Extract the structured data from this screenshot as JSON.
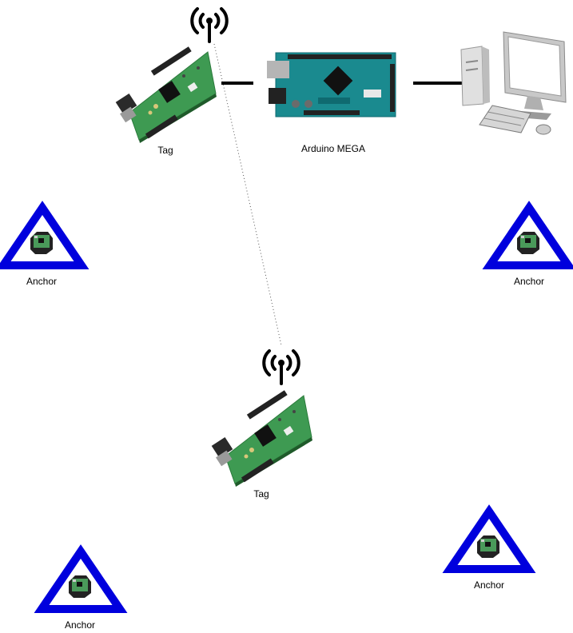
{
  "labels": {
    "tag_top": "Tag",
    "tag_bottom": "Tag",
    "arduino": "Arduino MEGA",
    "anchor_left_mid": "Anchor",
    "anchor_right_mid": "Anchor",
    "anchor_left_bottom": "Anchor",
    "anchor_right_bottom": "Anchor"
  },
  "colors": {
    "anchor_triangle": "#0000dd",
    "board_pcb": "#3e9a52",
    "arduino_pcb": "#1a8a8f",
    "connector": "#000000",
    "computer_gray": "#d9d9d9"
  },
  "icons": {
    "antenna": "wifi-antenna-icon",
    "board": "uwb-shield-board",
    "arduino": "arduino-mega-board",
    "computer": "desktop-computer-icon",
    "anchor": "anchor-triangle-icon"
  }
}
